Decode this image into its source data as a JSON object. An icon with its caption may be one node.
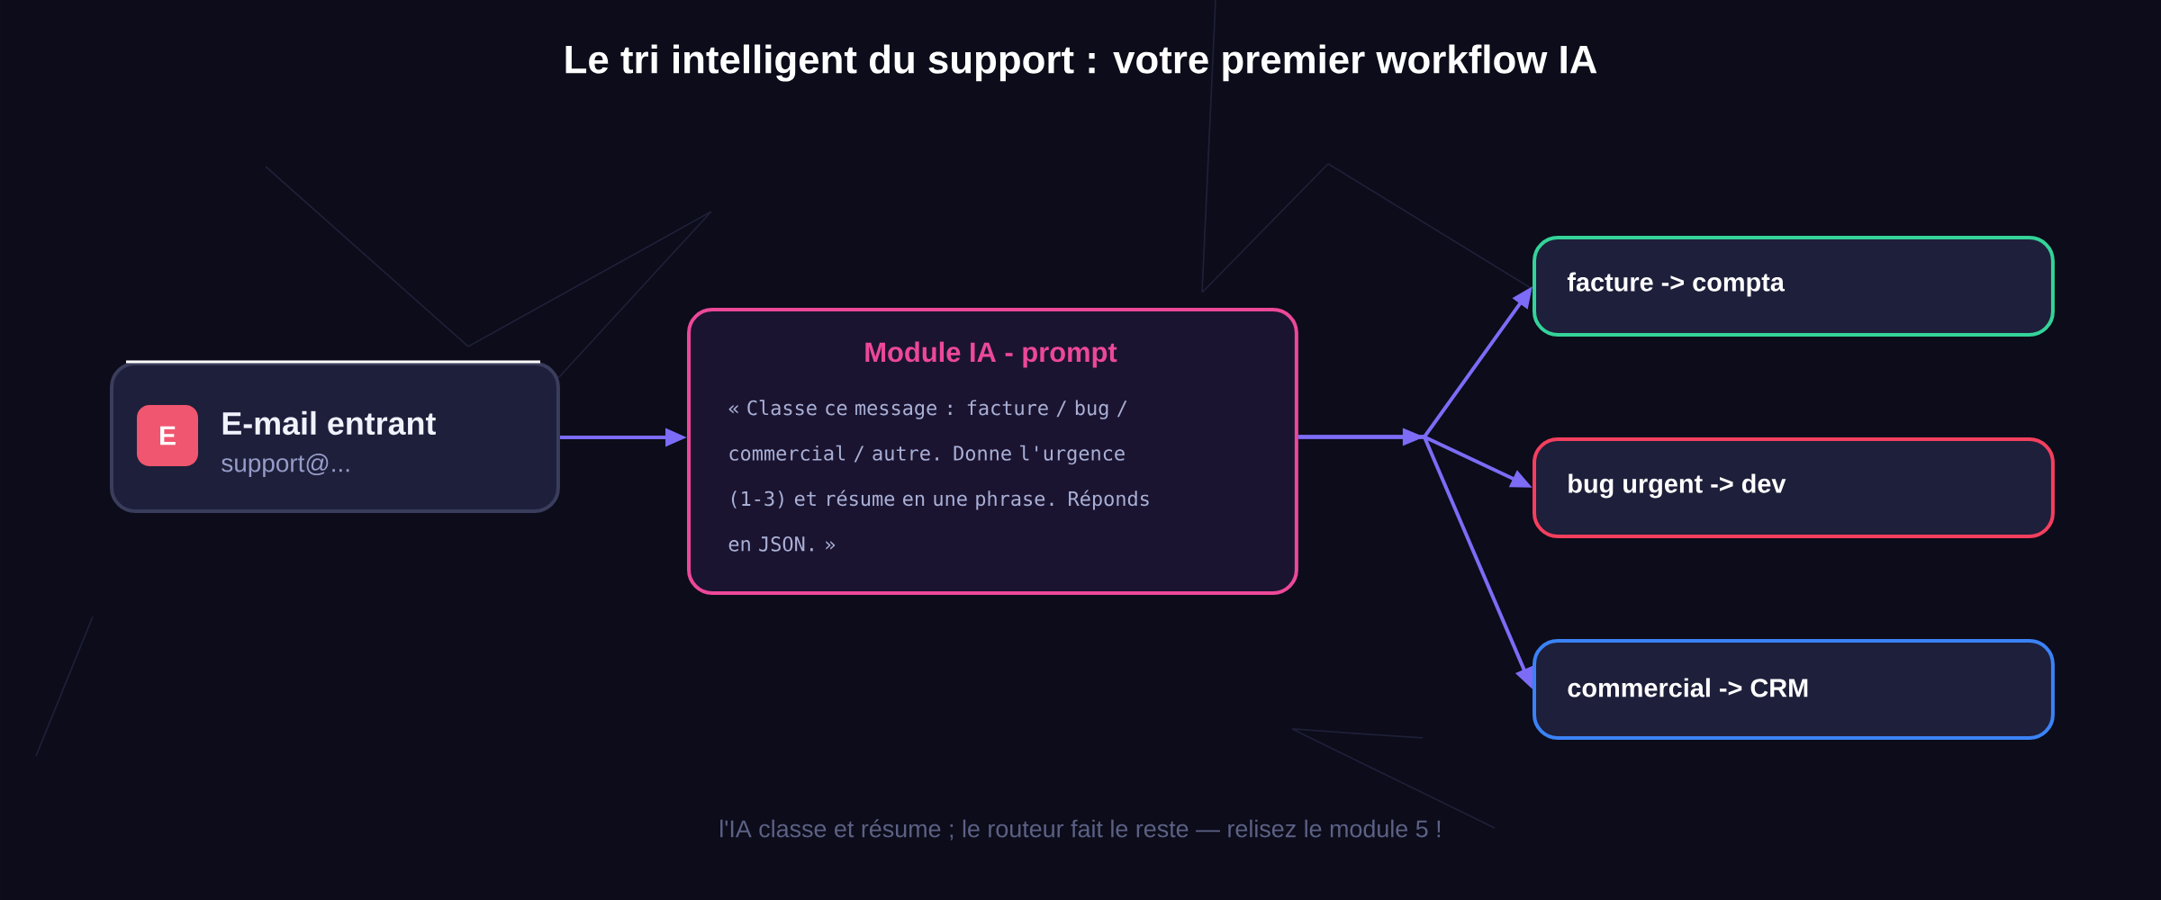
{
  "diagram": {
    "title": "Le tri intelligent du support : votre premier workflow IA",
    "caption": "l'IA classe et résume ; le routeur fait le reste — relisez le module 5 !",
    "nodes": [
      {
        "text": [
          "E",
          "E-mail entrant",
          "support@..."
        ]
      },
      {
        "text": [
          "Module IA - prompt",
          "« Classe ce message : facture / bug / commercial / autre. Donne l'urgence (1-3) et résume en une phrase. Réponds en JSON. »"
        ]
      },
      {
        "text": [
          "facture -> compta"
        ]
      },
      {
        "text": [
          "bug urgent -> dev"
        ]
      },
      {
        "text": [
          "commercial -> CRM"
        ]
      }
    ],
    "edges": [
      {
        "from": 0,
        "to": 1,
        "arrow": "to"
      },
      {
        "from": 1,
        "to": 2,
        "arrow": "to"
      },
      {
        "from": 1,
        "to": 3,
        "arrow": "to"
      },
      {
        "from": 1,
        "to": 4,
        "arrow": "to"
      }
    ]
  }
}
